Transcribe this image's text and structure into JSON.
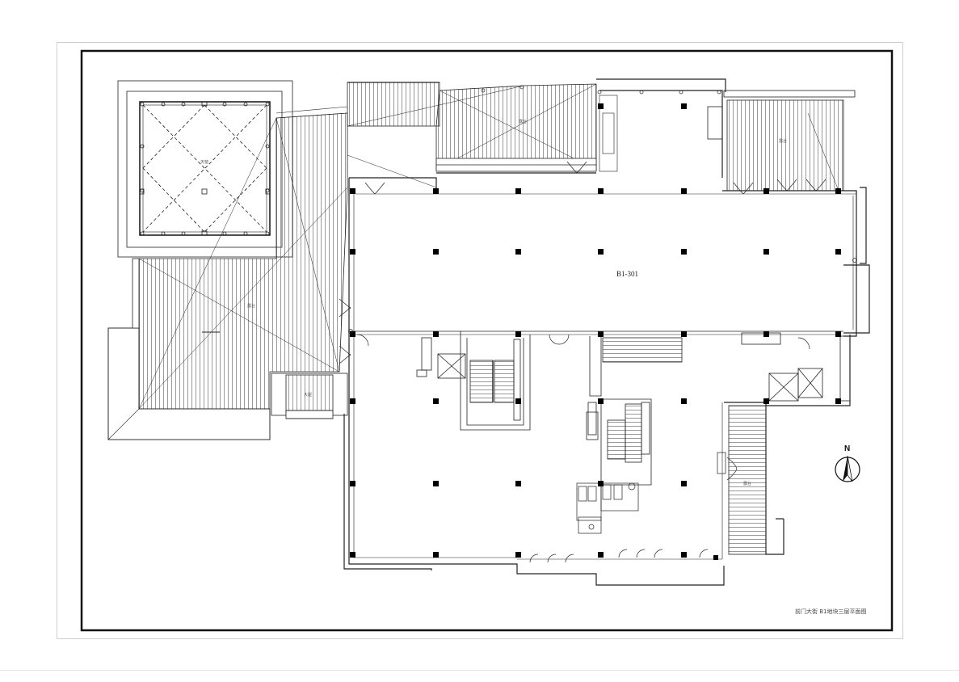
{
  "drawing": {
    "title": "前门大街 B1地块三层平面图",
    "unit_label": "B1-301",
    "north_label": "N"
  },
  "labels": {
    "terrace": "露台",
    "roof": "大屋",
    "skylight": "天窗"
  },
  "colors": {
    "line": "#222222",
    "hatch": "#555555",
    "column": "#000000",
    "sheet_border": "#cfcfcf"
  }
}
